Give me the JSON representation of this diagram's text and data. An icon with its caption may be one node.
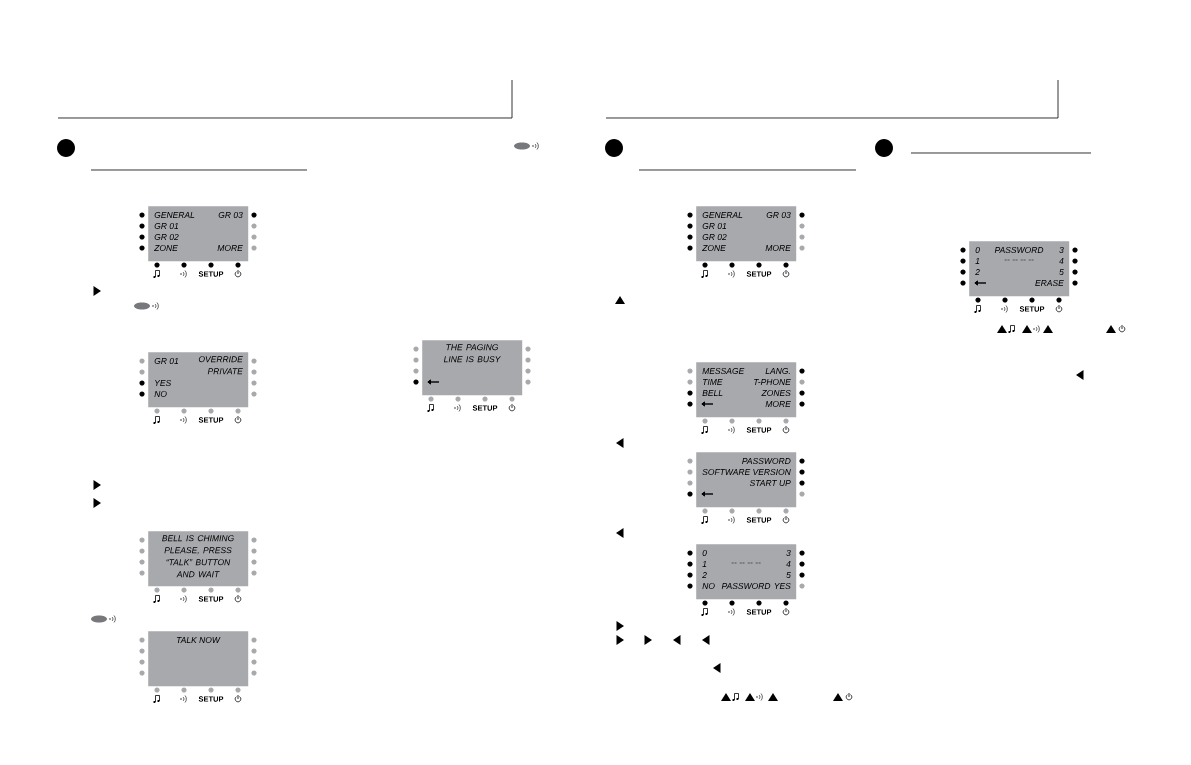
{
  "diagram": {
    "nodes": [
      {
        "text": [
          "GENERAL",
          "GR 03",
          "GR 01",
          "GR 02",
          "ZONE",
          "MORE"
        ],
        "beside": [
          "SETUP"
        ]
      },
      {
        "text": [
          "GR 01",
          "OVERRIDE PRIVATE",
          "YES",
          "NO"
        ],
        "beside": [
          "SETUP"
        ]
      },
      {
        "text": [
          "THE PAGING LINE IS BUSY"
        ],
        "beside": [
          "SETUP"
        ]
      },
      {
        "text": [
          "BELL IS CHIMING PLEASE, PRESS “TALK” BUTTON AND WAIT"
        ],
        "beside": [
          "SETUP"
        ]
      },
      {
        "text": [
          "TALK NOW"
        ],
        "beside": [
          "SETUP"
        ]
      },
      {
        "text": [
          "GENERAL",
          "GR 03",
          "GR 01",
          "GR 02",
          "ZONE",
          "MORE"
        ],
        "beside": [
          "SETUP"
        ]
      },
      {
        "text": [
          "MESSAGE",
          "LANG.",
          "TIME",
          "T-PHONE",
          "BELL",
          "ZONES",
          "MORE"
        ],
        "beside": [
          "SETUP"
        ]
      },
      {
        "text": [
          "PASSWORD",
          "SOFTWARE VERSION",
          "START UP"
        ],
        "beside": [
          "SETUP"
        ]
      },
      {
        "text": [
          "0",
          "3",
          "1",
          "-- -- -- --",
          "4",
          "2",
          "5",
          "NO",
          "PASSWORD",
          "YES"
        ],
        "beside": [
          "SETUP"
        ]
      },
      {
        "text": [
          "0",
          "PASSWORD",
          "3",
          "1",
          "-- -- -- --",
          "4",
          "2",
          "5",
          "ERASE"
        ],
        "beside": [
          "SETUP"
        ]
      }
    ]
  }
}
